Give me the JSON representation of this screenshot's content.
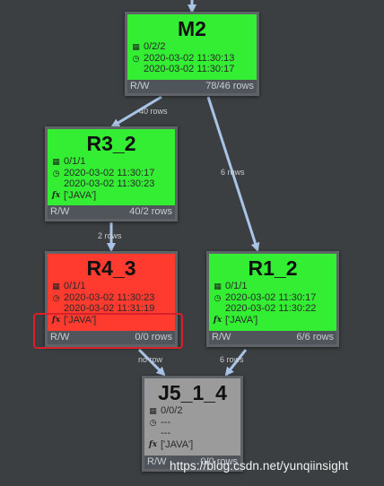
{
  "colors": {
    "ok": "#33ee33",
    "error": "#ff3b30",
    "pending": "#9b9b9b",
    "edge": "#a9c4e6",
    "highlight": "#d8202a"
  },
  "nodes": {
    "m2": {
      "title": "M2",
      "counts": "0/2/2",
      "time_start": "2020-03-02 11:30:13",
      "time_end": "2020-03-02 11:30:17",
      "fx": "",
      "mode": "R/W",
      "rows": "78/46 rows",
      "status": "ok"
    },
    "r3_2": {
      "title": "R3_2",
      "counts": "0/1/1",
      "time_start": "2020-03-02 11:30:17",
      "time_end": "2020-03-02 11:30:23",
      "fx": "['JAVA']",
      "mode": "R/W",
      "rows": "40/2 rows",
      "status": "ok"
    },
    "r4_3": {
      "title": "R4_3",
      "counts": "0/1/1",
      "time_start": "2020-03-02 11:30:23",
      "time_end": "2020-03-02 11:31:19",
      "fx": "['JAVA']",
      "mode": "R/W",
      "rows": "0/0 rows",
      "status": "error"
    },
    "r1_2": {
      "title": "R1_2",
      "counts": "0/1/1",
      "time_start": "2020-03-02 11:30:17",
      "time_end": "2020-03-02 11:30:22",
      "fx": "['JAVA']",
      "mode": "R/W",
      "rows": "6/6 rows",
      "status": "ok"
    },
    "j5_1_4": {
      "title": "J5_1_4",
      "counts": "0/0/2",
      "time_start": "---",
      "time_end": "---",
      "fx": "['JAVA']",
      "mode": "R/W",
      "rows": "0/0 rows",
      "status": "pending"
    }
  },
  "edges": [
    {
      "from": "m2",
      "to": "r3_2",
      "label": "40 rows"
    },
    {
      "from": "m2",
      "to": "r1_2",
      "label": "6 rows"
    },
    {
      "from": "r3_2",
      "to": "r4_3",
      "label": "2 rows"
    },
    {
      "from": "r4_3",
      "to": "j5_1_4",
      "label": "no row"
    },
    {
      "from": "r1_2",
      "to": "j5_1_4",
      "label": "6 rows"
    }
  ],
  "icons": {
    "counts": "grid-icon",
    "time": "clock-icon",
    "function": "fx-icon"
  },
  "watermark": "https://blog.csdn.net/yunqiinsight"
}
